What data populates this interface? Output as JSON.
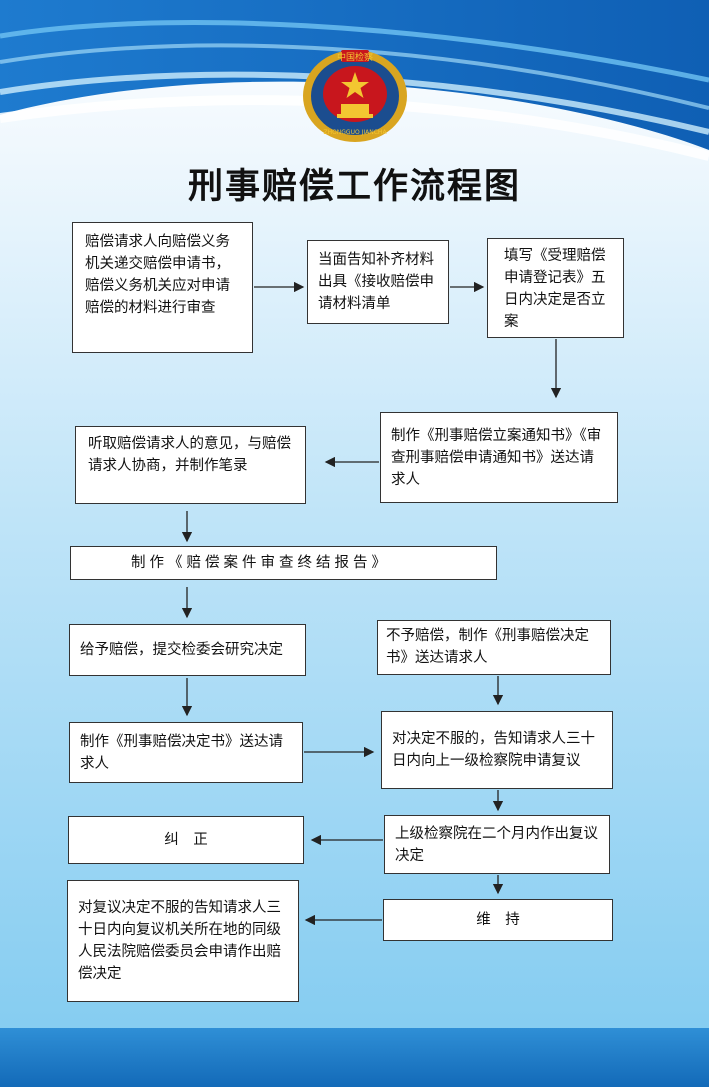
{
  "title": "刑事赔偿工作流程图",
  "emblem": {
    "text_top": "中国检察",
    "text_ring": "ZHONGGUO JIANCHA"
  },
  "colors": {
    "banner_blue": "#1a73c6",
    "footer_blue": "#136ab8",
    "emblem_red": "#c8161d",
    "emblem_gold": "#d9a520"
  },
  "steps": {
    "s1": "赔偿请求人向赔偿义务机关递交赔偿申请书，赔偿义务机关应对申请赔偿的材料进行审查",
    "s2": "当面告知补齐材料出具《接收赔偿申请材料清单",
    "s3": "填写《受理赔偿申请登记表》五日内决定是否立案",
    "s4": "制作《刑事赔偿立案通知书》《审查刑事赔偿申请通知书》送达请求人",
    "s5": "听取赔偿请求人的意见，与赔偿请求人协商，并制作笔录",
    "s6": "制作《赔偿案件审查终结报告》",
    "s7": "给予赔偿，提交检委会研究决定",
    "s8": "不予赔偿，制作《刑事赔偿决定书》送达请求人",
    "s9": "制作《刑事赔偿决定书》送达请求人",
    "s10": "对决定不服的，告知请求人三十日内向上一级检察院申请复议",
    "s11": "纠　正",
    "s12": "上级检察院在二个月内作出复议决定",
    "s13": "对复议决定不服的告知请求人三十日内向复议机关所在地的同级人民法院赔偿委员会申请作出赔偿决定",
    "s14": "维　持"
  }
}
